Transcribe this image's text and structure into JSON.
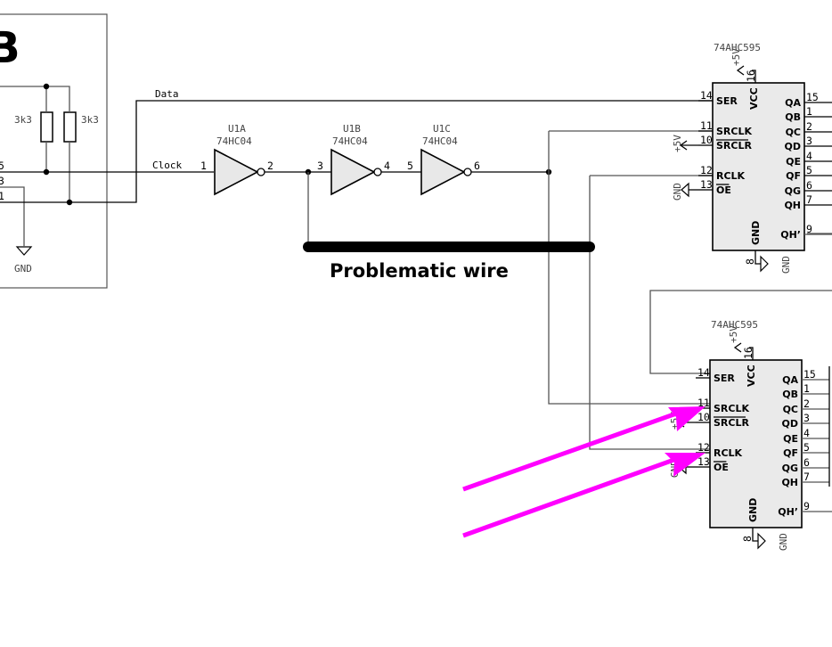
{
  "connector_block": {
    "ref_fragment": "B",
    "resistors": [
      {
        "value": "3k3"
      },
      {
        "value": "3k3"
      }
    ],
    "pins": [
      "5",
      "3",
      "1"
    ],
    "gnd_label": "GND"
  },
  "nets": {
    "data": "Data",
    "clock": "Clock"
  },
  "inverters": [
    {
      "ref": "U1A",
      "part": "74HC04",
      "in_pin": "1",
      "out_pin": "2"
    },
    {
      "ref": "U1B",
      "part": "74HC04",
      "in_pin": "3",
      "out_pin": "4"
    },
    {
      "ref": "U1C",
      "part": "74HC04",
      "in_pin": "5",
      "out_pin": "6"
    }
  ],
  "annotation": {
    "problematic_wire_label": "Problematic wire",
    "arrow_color": "#ff00ff"
  },
  "shift_registers": [
    {
      "part": "74AHC595",
      "vcc_label": "VCC",
      "vcc_pin": "16",
      "vcc_power": "+5V",
      "left_pins": [
        {
          "num": "14",
          "name": "SER"
        },
        {
          "num": "11",
          "name": "SRCLK"
        },
        {
          "num": "10",
          "name": "SRCLR",
          "inverted": true,
          "power": "+5V"
        },
        {
          "num": "12",
          "name": "RCLK"
        },
        {
          "num": "13",
          "name": "OE",
          "inverted": true,
          "power": "GND"
        }
      ],
      "right_pins": [
        {
          "num": "15",
          "name": "QA"
        },
        {
          "num": "1",
          "name": "QB"
        },
        {
          "num": "2",
          "name": "QC"
        },
        {
          "num": "3",
          "name": "QD"
        },
        {
          "num": "4",
          "name": "QE"
        },
        {
          "num": "5",
          "name": "QF"
        },
        {
          "num": "6",
          "name": "QG"
        },
        {
          "num": "7",
          "name": "QH"
        },
        {
          "num": "9",
          "name": "QH’"
        }
      ],
      "gnd_label": "GND",
      "gnd_pin": "8",
      "gnd_power": "GND"
    },
    {
      "part": "74AHC595",
      "vcc_label": "VCC",
      "vcc_pin": "16",
      "vcc_power": "+5V",
      "left_pins": [
        {
          "num": "14",
          "name": "SER"
        },
        {
          "num": "11",
          "name": "SRCLK"
        },
        {
          "num": "10",
          "name": "SRCLR",
          "inverted": true,
          "power": "+5V"
        },
        {
          "num": "12",
          "name": "RCLK"
        },
        {
          "num": "13",
          "name": "OE",
          "inverted": true,
          "power": "GND"
        }
      ],
      "right_pins": [
        {
          "num": "15",
          "name": "QA"
        },
        {
          "num": "1",
          "name": "QB"
        },
        {
          "num": "2",
          "name": "QC"
        },
        {
          "num": "3",
          "name": "QD"
        },
        {
          "num": "4",
          "name": "QE"
        },
        {
          "num": "5",
          "name": "QF"
        },
        {
          "num": "6",
          "name": "QG"
        },
        {
          "num": "7",
          "name": "QH"
        },
        {
          "num": "9",
          "name": "QH’"
        }
      ],
      "gnd_label": "GND",
      "gnd_pin": "8",
      "gnd_power": "GND"
    }
  ]
}
